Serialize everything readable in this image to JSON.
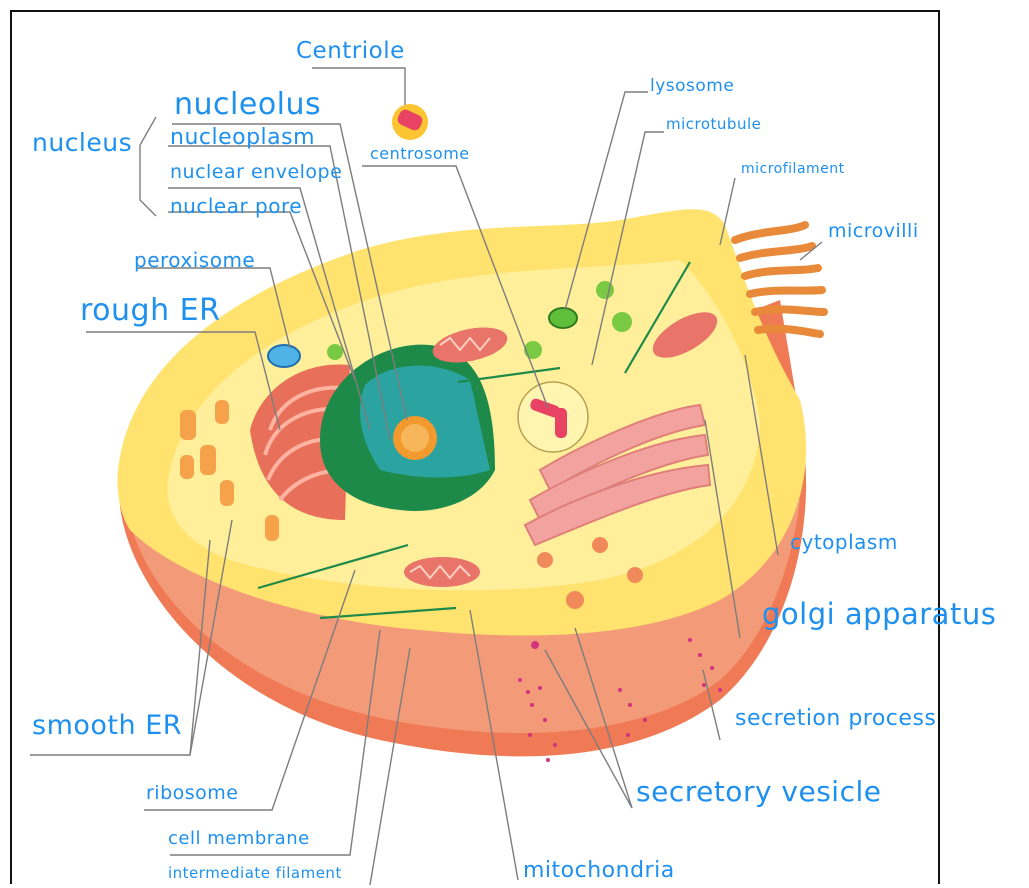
{
  "labels": {
    "centriole": "Centriole",
    "nucleolus": "nucleolus",
    "nucleus": "nucleus",
    "nucleoplasm": "nucleoplasm",
    "nuclear_envelope": "nuclear envelope",
    "nuclear_pore": "nuclear pore",
    "centrosome": "centrosome",
    "lysosome": "lysosome",
    "microtubule": "microtubule",
    "microfilament": "microfilament",
    "microvilli": "microvilli",
    "peroxisome": "peroxisome",
    "rough_er": "rough ER",
    "cytoplasm": "cytoplasm",
    "golgi_apparatus": "golgi apparatus",
    "secretion_process": "secretion process",
    "smooth_er": "smooth ER",
    "ribosome": "ribosome",
    "secretory_vesicle": "secretory vesicle",
    "cell_membrane": "cell membrane",
    "intermediate_filament": "intermediate filament",
    "mitochondria": "mitochondria"
  },
  "colors": {
    "label_ink": "#1E90F0",
    "leader_line": "#7d7d7d",
    "cytoplasm": "#FFE36E",
    "membrane": "#F07A55",
    "nucleus_outer": "#1E8A4A",
    "nucleus_inner": "#2BA3A0",
    "nucleolus": "#F39A2E",
    "rough_er": "#E86F5A",
    "golgi": "#F2A3A0",
    "mitochondria": "#E8746A",
    "vesicle_dots": "#D2337E"
  },
  "icons": {
    "cell": "animal-cell-cutaway",
    "centriole_icon": "centriole-cylinder"
  }
}
